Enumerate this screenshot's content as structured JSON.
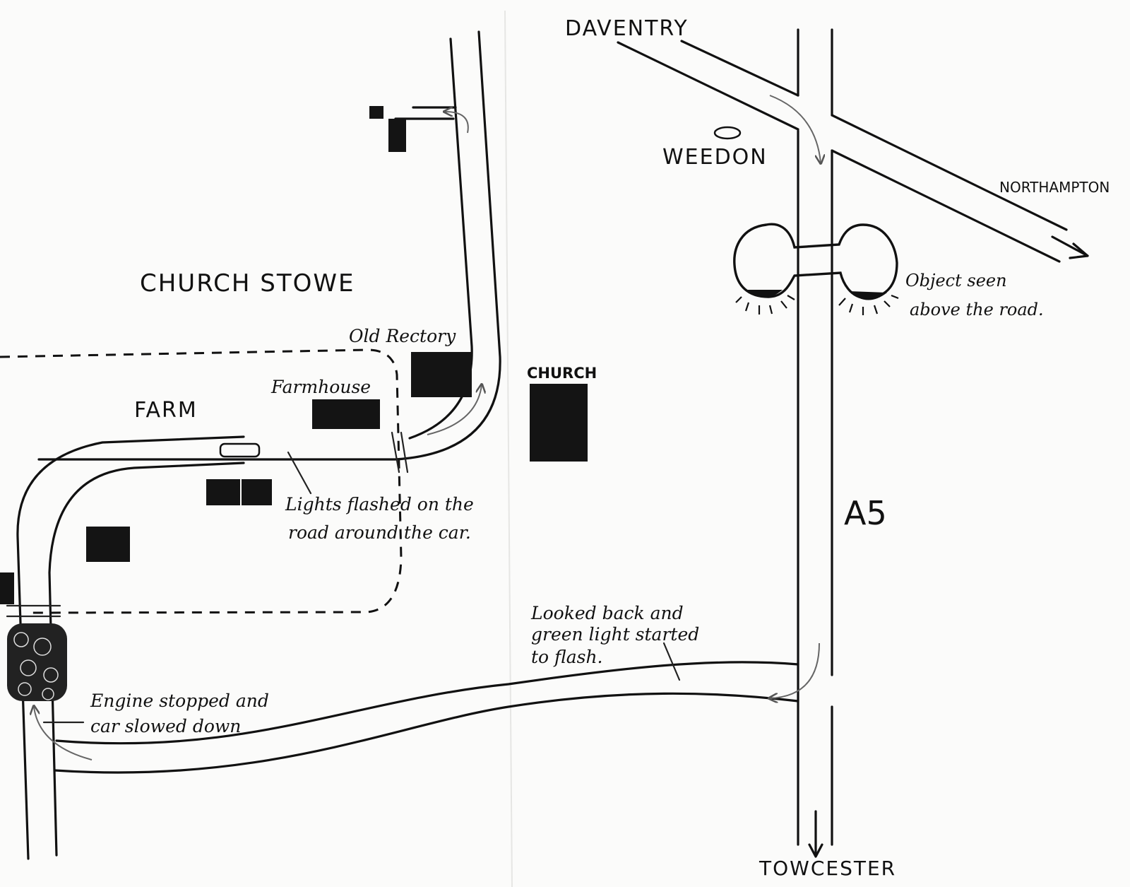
{
  "places": {
    "daventry": "DAVENTRY",
    "weedon": "WEEDON",
    "northampton": "NORTHAMPTON",
    "church_stowe": "CHURCH STOWE",
    "old_rectory": "Old Rectory",
    "church": "CHURCH",
    "farmhouse": "Farmhouse",
    "farm": "FARM",
    "a5": "A5",
    "towcester": "TOWCESTER"
  },
  "notes": {
    "object_line1": "Object seen",
    "object_line2": "above the road.",
    "lights_line1": "Lights flashed on the",
    "lights_line2": "road around the car.",
    "looked_line1": "Looked back and",
    "looked_line2": "green light started",
    "looked_line3": "to flash.",
    "engine_line1": "Engine stopped and",
    "engine_line2": "car slowed down"
  },
  "icons": [
    "object-sighting-icon",
    "arrow-down-icon",
    "arrow-right-icon",
    "route-arrow-icon"
  ],
  "colors": {
    "ink": "#111111",
    "paper": "#fbfbfa",
    "pencil": "#666666"
  }
}
